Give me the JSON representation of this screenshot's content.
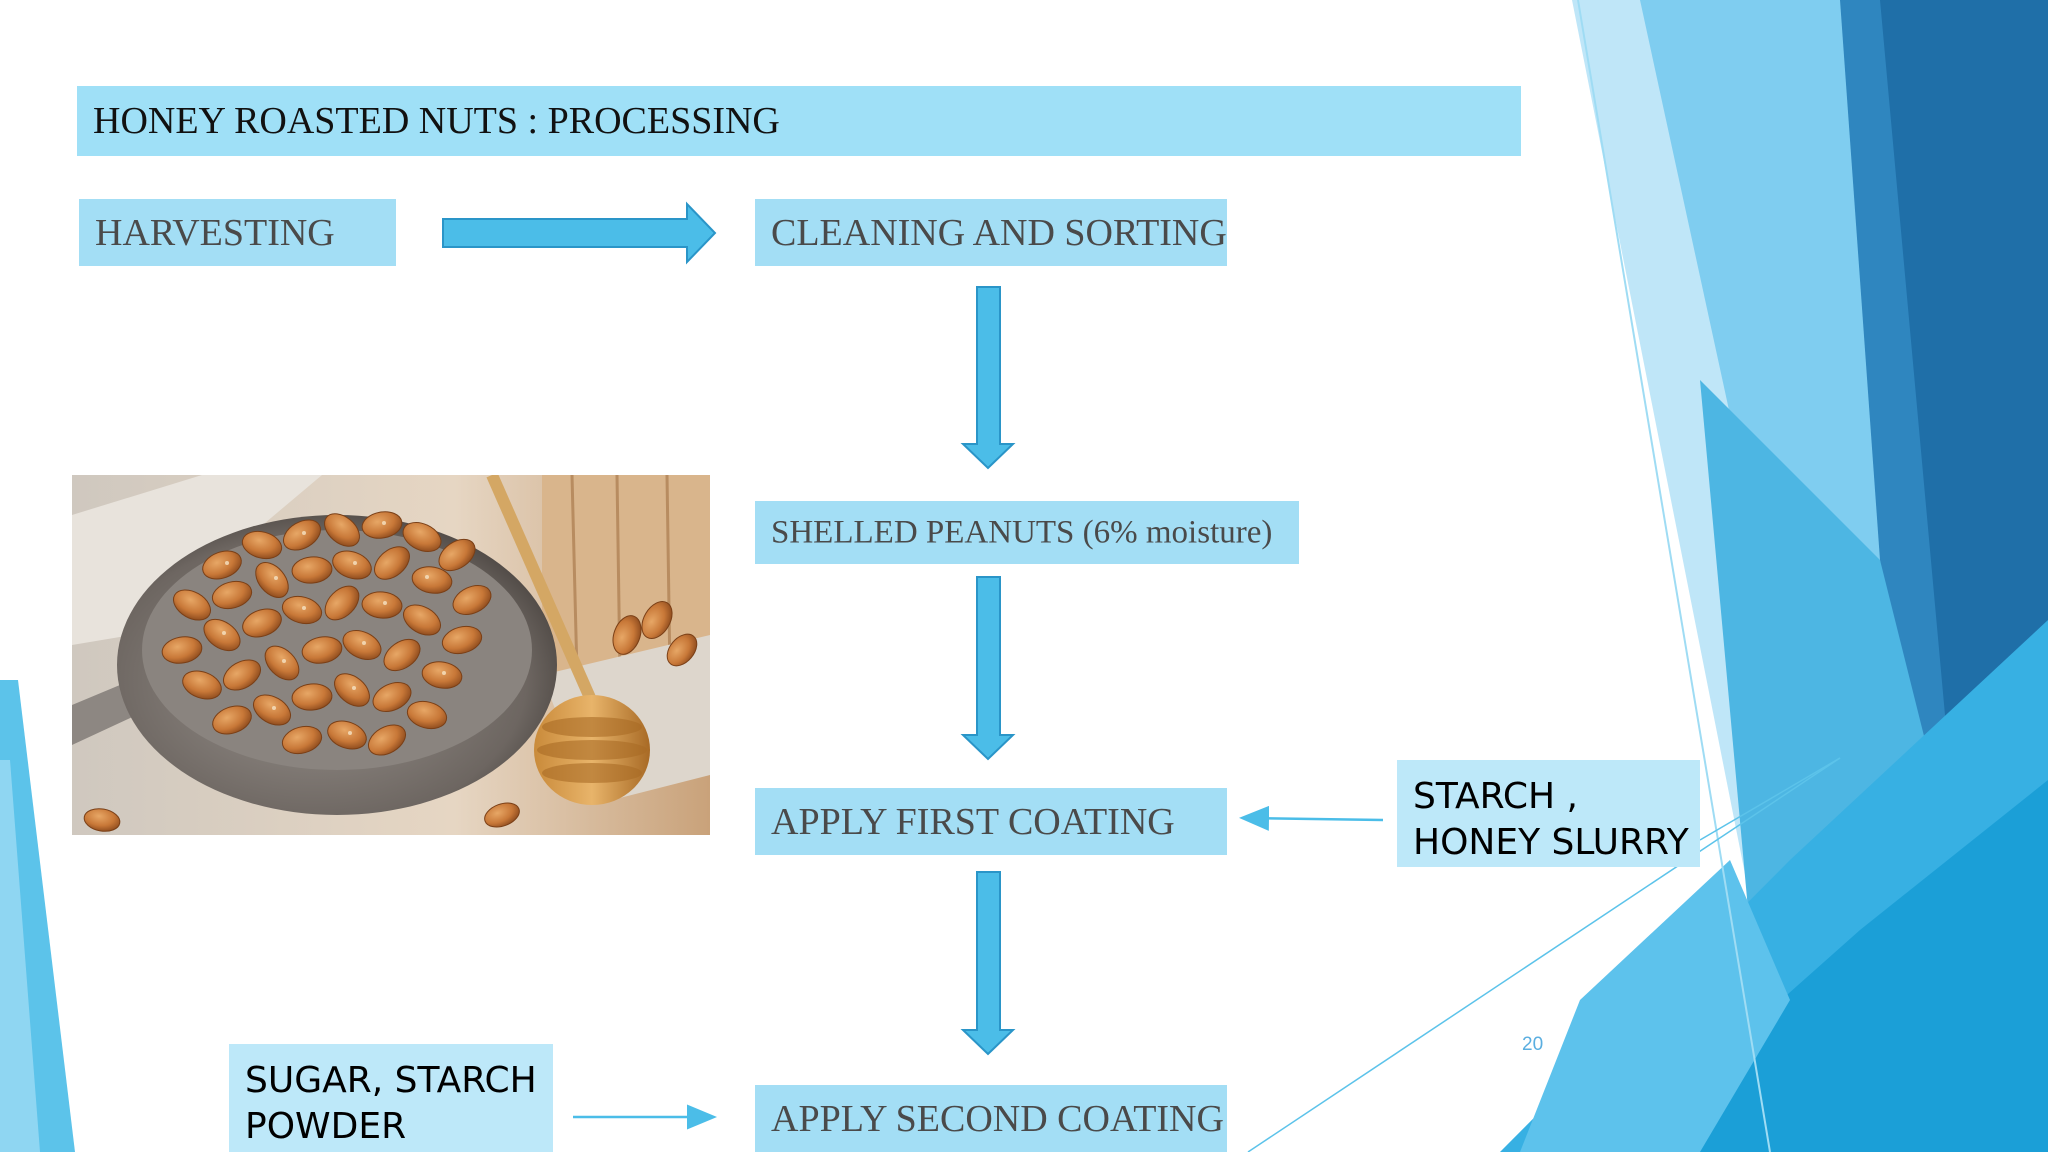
{
  "slide": {
    "title": "HONEY ROASTED NUTS : PROCESSING",
    "page_number": "20"
  },
  "flow": {
    "harvesting": "HARVESTING",
    "cleaning": "CLEANING AND SORTING",
    "shelled": "SHELLED PEANUTS (6% moisture)",
    "first_coating": "APPLY FIRST COATING",
    "second_coating": "APPLY SECOND COATING"
  },
  "inputs": {
    "first_coating_input": "STARCH ,\nHONEY SLURRY",
    "second_coating_input": "SUGAR, STARCH\nPOWDER"
  },
  "photo": {
    "subject": "bowl of honey roasted peanuts with honey dipper"
  },
  "colors": {
    "box_fill": "#a3def5",
    "arrow_fill": "#4bbde8",
    "arrow_stroke": "#2a95c8",
    "accent_dark": "#1f6fa8"
  }
}
